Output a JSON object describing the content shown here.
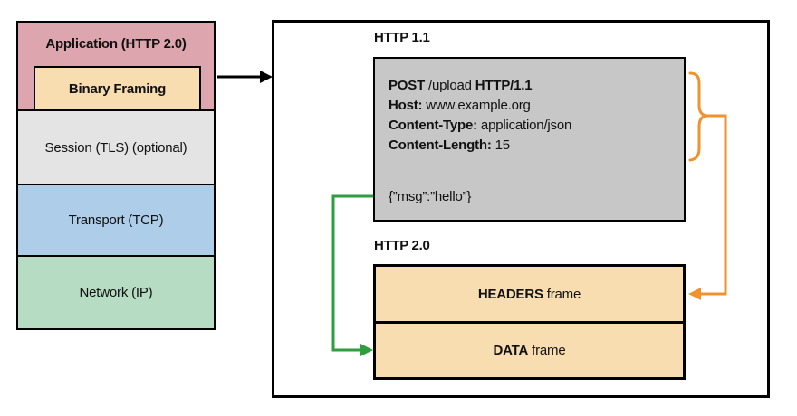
{
  "colors": {
    "application_pink": "#dda6ae",
    "framing_tan": "#f8ddb0",
    "session_gray": "#e4e4e4",
    "transport_blue": "#aecde8",
    "network_green": "#b6dcc3",
    "request_gray": "#c7c7c7",
    "arrow_orange": "#f0922e",
    "arrow_green": "#2f9e41",
    "border_black": "#000000"
  },
  "stack": {
    "application_label": "Application (HTTP 2.0)",
    "binary_framing_label": "Binary Framing",
    "session_label": "Session (TLS) (optional)",
    "transport_label": "Transport (TCP)",
    "network_label": "Network (IP)"
  },
  "detail": {
    "http11_title": "HTTP 1.1",
    "http20_title": "HTTP 2.0",
    "request": {
      "method": "POST",
      "path_segment": " /upload ",
      "version": "HTTP/1.1",
      "host_key": "Host:",
      "host_value": " www.example.org",
      "content_type_key": "Content-Type:",
      "content_type_value": " application/json",
      "content_length_key": "Content-Length:",
      "content_length_value": " 15",
      "body": "{”msg”:”hello”}"
    },
    "frames": {
      "headers_bold": "HEADERS",
      "headers_rest": " frame",
      "data_bold": "DATA",
      "data_rest": " frame"
    }
  }
}
